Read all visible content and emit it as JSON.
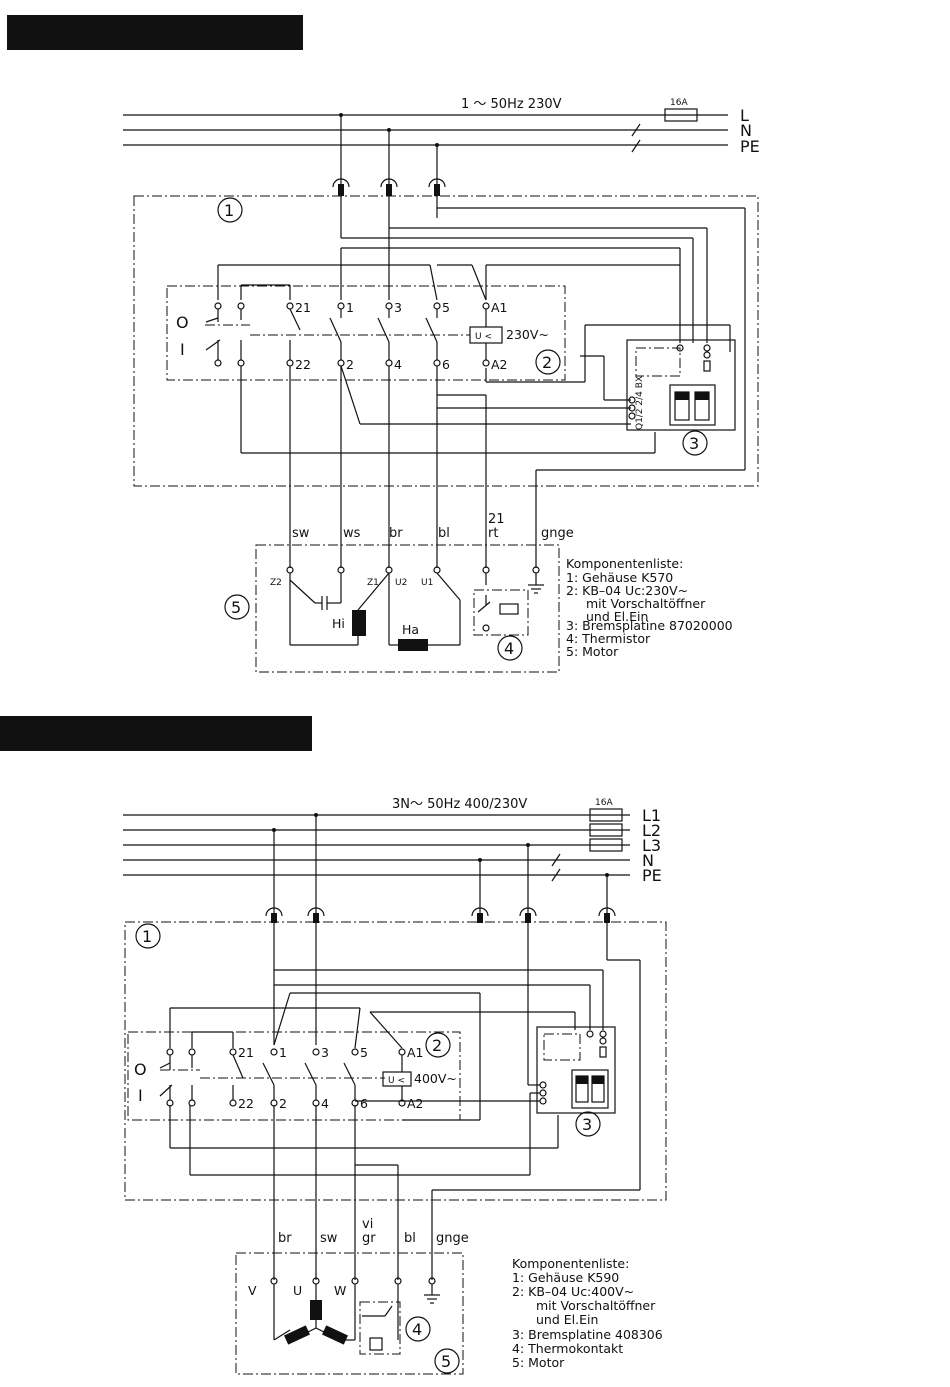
{
  "diagram1": {
    "supply": "1 ～ 50Hz 230V",
    "fuse": "16A",
    "lines": [
      "L",
      "N",
      "PE"
    ],
    "contactor_top": [
      "21",
      "1",
      "3",
      "5",
      "A1"
    ],
    "contactor_bottom": [
      "22",
      "2",
      "4",
      "6",
      "A2"
    ],
    "switch_off": "O",
    "switch_on": "I",
    "coil": "U <",
    "coil_voltage": "230V~",
    "board_label": "Q1/2 2/4 BX",
    "circle_labels": [
      "1",
      "2",
      "3",
      "4",
      "5"
    ],
    "wire_colors": [
      "sw",
      "ws",
      "br",
      "bl",
      "21",
      "rt",
      "gnge"
    ],
    "motor_terms": [
      "Z2",
      "Z1",
      "U2",
      "U1"
    ],
    "windings": [
      "Hi",
      "Ha"
    ],
    "components_title": "Komponentenliste:",
    "components": [
      "1: Gehäuse  K570",
      "2: KB–04  Uc:230V~",
      "mit Vorschaltöffner",
      "und El.Ein",
      "3: Bremsplatine  87020000",
      "4: Thermistor",
      "5: Motor"
    ]
  },
  "diagram2": {
    "supply": "3N～ 50Hz 400/230V",
    "fuse": "16A",
    "lines": [
      "L1",
      "L2",
      "L3",
      "N",
      "PE"
    ],
    "contactor_top": [
      "21",
      "1",
      "3",
      "5",
      "A1"
    ],
    "contactor_bottom": [
      "22",
      "2",
      "4",
      "6",
      "A2"
    ],
    "switch_off": "O",
    "switch_on": "I",
    "coil": "U <",
    "coil_voltage": "400V~",
    "circle_labels": [
      "1",
      "2",
      "3",
      "4",
      "5"
    ],
    "wire_colors": [
      "br",
      "sw",
      "vi",
      "gr",
      "bl",
      "gnge"
    ],
    "motor_terms": [
      "V",
      "U",
      "W"
    ],
    "components_title": "Komponentenliste:",
    "components": [
      "1:  Gehäuse  K590",
      "2:  KB–04  Uc:400V~",
      "mit Vorschaltöffner",
      "und El.Ein",
      "3:  Bremsplatine  408306",
      "4:  Thermokontakt",
      "5:  Motor"
    ]
  }
}
